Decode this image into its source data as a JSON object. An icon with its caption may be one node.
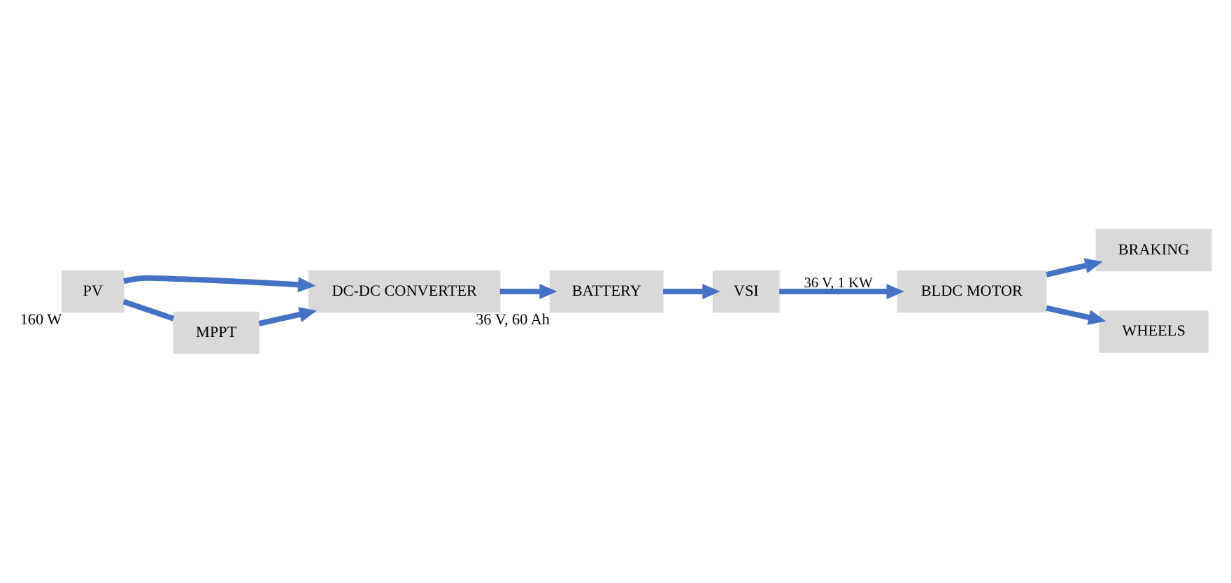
{
  "diagram": {
    "nodes": [
      {
        "text": [
          "PV"
        ],
        "beside": [
          "160 W"
        ]
      },
      {
        "text": [
          "DC-DC CONVERTER"
        ]
      },
      {
        "text": [
          "BATTERY"
        ],
        "beside": [
          "36 V, 60 Ah"
        ]
      },
      {
        "text": [
          "VSI"
        ]
      },
      {
        "text": [
          "MPPT"
        ]
      },
      {
        "text": [
          "BLDC MOTOR"
        ]
      },
      {
        "text": [
          "BRAKING"
        ]
      },
      {
        "text": [
          "WHEELS"
        ]
      }
    ],
    "edges": [
      {
        "from": 0,
        "to": 1,
        "arrow": "to"
      },
      {
        "from": 0,
        "to": 4,
        "arrow": "none"
      },
      {
        "from": 4,
        "to": 1,
        "arrow": "to"
      },
      {
        "from": 1,
        "to": 2,
        "arrow": "to"
      },
      {
        "from": 2,
        "to": 3,
        "arrow": "to"
      },
      {
        "from": 3,
        "to": 5,
        "arrow": "to",
        "label": "36 V, 1 KW"
      },
      {
        "from": 5,
        "to": 6,
        "arrow": "to"
      },
      {
        "from": 5,
        "to": 7,
        "arrow": "to"
      }
    ]
  }
}
